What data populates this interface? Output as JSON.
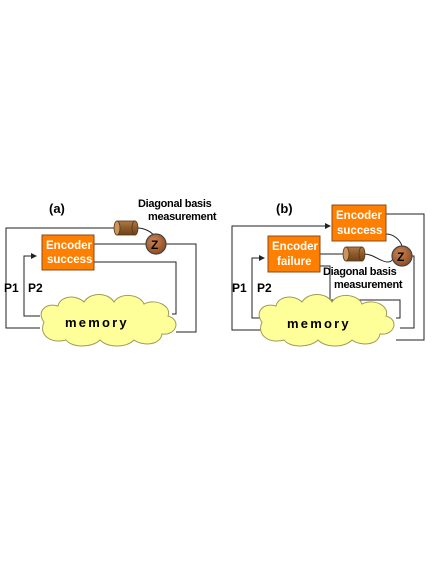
{
  "panels": [
    {
      "label": "(a)",
      "note_lines": [
        "Diagonal basis",
        "measurement"
      ],
      "ports": [
        "P1",
        "P2"
      ],
      "encoders": [
        {
          "lines": [
            "Encoder",
            "success"
          ]
        }
      ],
      "memory_label": "memory",
      "detector_label": "Z"
    },
    {
      "label": "(b)",
      "note_lines": [
        "Diagonal basis",
        "measurement"
      ],
      "ports": [
        "P1",
        "P2"
      ],
      "encoders": [
        {
          "lines": [
            "Encoder",
            "success"
          ]
        },
        {
          "lines": [
            "Encoder",
            "failure"
          ]
        }
      ],
      "memory_label": "memory",
      "detector_label": "Z"
    }
  ],
  "colors": {
    "encoder_fill": "#ff7f00",
    "memory_fill": "#ffff99",
    "detector_fill": "#a0582a",
    "qubit_fill": "#996633",
    "qubit_cap": "#c8955e"
  },
  "icons": {
    "qubit": "cylinder-qubit-icon",
    "detector": "z-measurement-icon",
    "memory": "cloud-icon"
  }
}
